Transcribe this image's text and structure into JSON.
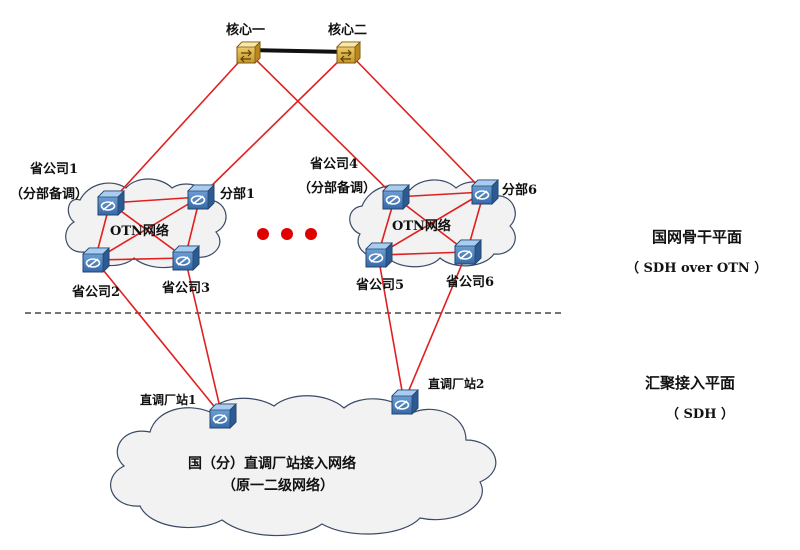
{
  "colors": {
    "link": "#e02020",
    "backbone": "#111111",
    "cloud_fill": "#f2f2f2",
    "cloud_stroke": "#3a4a66",
    "node_fill": "#4d86c7",
    "core_fill": "#e0b83a",
    "dots": "#e00000"
  },
  "core": {
    "one": "核心一",
    "two": "核心二"
  },
  "left_group": {
    "cloud_label": "OTN网络",
    "province1_line1": "省公司1",
    "province1_line2": "（分部备调）",
    "branch1": "分部1",
    "province2": "省公司2",
    "province3": "省公司3"
  },
  "right_group": {
    "cloud_label": "OTN网络",
    "province4_line1": "省公司4",
    "province4_line2": "（分部备调）",
    "branch6": "分部6",
    "province5": "省公司5",
    "province6": "省公司6"
  },
  "planes": {
    "backbone_title": "国网骨干平面",
    "backbone_sub": "（ SDH over OTN ）",
    "access_title": "汇聚接入平面",
    "access_sub": "（ SDH ）"
  },
  "access": {
    "station1": "直调厂站1",
    "station2": "直调厂站2",
    "cloud_line1": "国（分）直调厂站接入网络",
    "cloud_line2": "（原一二级网络）"
  }
}
